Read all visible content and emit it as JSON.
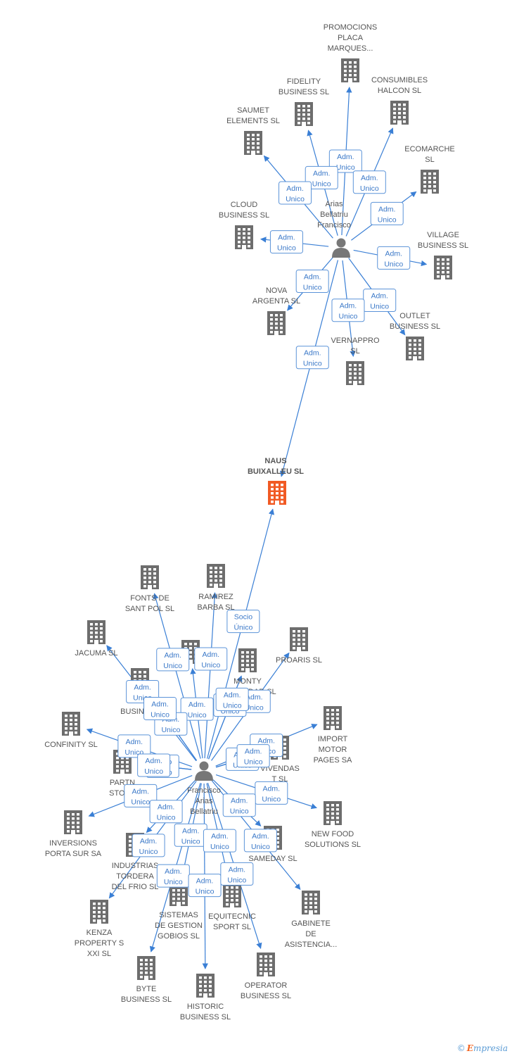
{
  "colors": {
    "company": "#6d6d6d",
    "focus": "#f15a24",
    "person": "#777777",
    "edge": "#3a7fd5",
    "badge_border": "#5b93d8",
    "badge_text": "#3a78c8",
    "label": "#555555"
  },
  "icons": {
    "company": "building-icon",
    "person": "person-icon"
  },
  "persons": [
    {
      "id": "p1",
      "label": [
        "Arias",
        "Bellatriu",
        "Francisco"
      ]
    },
    {
      "id": "p2",
      "label": [
        "Francisco",
        "Arias",
        "Bellatriu"
      ]
    }
  ],
  "focus_company": {
    "id": "c0",
    "label": [
      "NAUS",
      "BUIXALLEU SL"
    ]
  },
  "companies": [
    {
      "id": "c1",
      "label": [
        "PROMOCIONS",
        "PLACA",
        "MARQUES..."
      ]
    },
    {
      "id": "c2",
      "label": [
        "FIDELITY",
        "BUSINESS SL"
      ]
    },
    {
      "id": "c3",
      "label": [
        "CONSUMIBLES",
        "HALCON SL"
      ]
    },
    {
      "id": "c4",
      "label": [
        "SAUMET",
        "ELEMENTS SL"
      ]
    },
    {
      "id": "c5",
      "label": [
        "ECOMARCHE",
        "SL"
      ]
    },
    {
      "id": "c6",
      "label": [
        "CLOUD",
        "BUSINESS SL"
      ]
    },
    {
      "id": "c7",
      "label": [
        "VILLAGE",
        "BUSINESS SL"
      ]
    },
    {
      "id": "c8",
      "label": [
        "NOVA",
        "ARGENTA SL"
      ]
    },
    {
      "id": "c9",
      "label": [
        "OUTLET",
        "BUSINESS  SL"
      ]
    },
    {
      "id": "c10",
      "label": [
        "VERNAPPRO",
        "SL"
      ]
    },
    {
      "id": "c11",
      "label": [
        "FONTS DE",
        "SANT POL SL"
      ]
    },
    {
      "id": "c12",
      "label": [
        "RAMIREZ",
        "BARBA SL"
      ]
    },
    {
      "id": "c13",
      "label": [
        "JACUMA SL"
      ]
    },
    {
      "id": "c14",
      "label": [
        "PROARIS SL"
      ]
    },
    {
      "id": "c15",
      "label": []
    },
    {
      "id": "c16",
      "label": [
        "MONTY",
        "PROPIEDAD SL"
      ]
    },
    {
      "id": "c17",
      "label": [
        "IMP",
        "BUSINESS"
      ]
    },
    {
      "id": "c18",
      "label": [
        "CONFINITY  SL"
      ]
    },
    {
      "id": "c19",
      "label": [
        "IMPORT",
        "MOTOR",
        "PAGES SA"
      ]
    },
    {
      "id": "c20",
      "label": [
        "VIVENDAS",
        "T SL"
      ]
    },
    {
      "id": "c21",
      "label": [
        "PARTN",
        "STORE"
      ]
    },
    {
      "id": "c22",
      "label": [
        "INVERSIONS",
        "PORTA SUR SA"
      ]
    },
    {
      "id": "c23",
      "label": [
        "NEW FOOD",
        "SOLUTIONS  SL"
      ]
    },
    {
      "id": "c24",
      "label": [
        "SAMEDAY  SL"
      ]
    },
    {
      "id": "c25",
      "label": [
        "INDUSTRIAS",
        "TORDERA",
        "DEL FRIO SL"
      ]
    },
    {
      "id": "c26",
      "label": [
        "GABINETE",
        "DE",
        "ASISTENCIA..."
      ]
    },
    {
      "id": "c27",
      "label": [
        "KENZA",
        "PROPERTY S",
        "XXI SL"
      ]
    },
    {
      "id": "c28",
      "label": [
        "SISTEMAS",
        "DE GESTION",
        "GOBIOS  SL"
      ]
    },
    {
      "id": "c29",
      "label": [
        "EQUITECNIC",
        "SPORT  SL"
      ]
    },
    {
      "id": "c30",
      "label": [
        "BYTE",
        "BUSINESS  SL"
      ]
    },
    {
      "id": "c31",
      "label": [
        "HISTORIC",
        "BUSINESS  SL"
      ]
    },
    {
      "id": "c32",
      "label": [
        "OPERATOR",
        "BUSINESS  SL"
      ]
    }
  ],
  "relations": [
    {
      "from": "p1",
      "to": "c1",
      "role": [
        "Adm.",
        "Unico"
      ]
    },
    {
      "from": "p1",
      "to": "c2",
      "role": [
        "Adm.",
        "Unico"
      ]
    },
    {
      "from": "p1",
      "to": "c3",
      "role": [
        "Adm.",
        "Unico"
      ]
    },
    {
      "from": "p1",
      "to": "c4",
      "role": [
        "Adm.",
        "Unico"
      ]
    },
    {
      "from": "p1",
      "to": "c5",
      "role": [
        "Adm.",
        "Unico"
      ]
    },
    {
      "from": "p1",
      "to": "c6",
      "role": [
        "Adm.",
        "Unico"
      ]
    },
    {
      "from": "p1",
      "to": "c7",
      "role": [
        "Adm.",
        "Unico"
      ]
    },
    {
      "from": "p1",
      "to": "c8",
      "role": [
        "Adm.",
        "Unico"
      ]
    },
    {
      "from": "p1",
      "to": "c9",
      "role": [
        "Adm.",
        "Unico"
      ]
    },
    {
      "from": "p1",
      "to": "c10",
      "role": [
        "Adm.",
        "Unico"
      ]
    },
    {
      "from": "p1",
      "to": "c0",
      "role": [
        "Adm.",
        "Unico"
      ]
    },
    {
      "from": "p2",
      "to": "c0",
      "role": [
        "Socio",
        "Único"
      ]
    },
    {
      "from": "p2",
      "to": "c11",
      "role": [
        "Adm.",
        "Unico"
      ]
    },
    {
      "from": "p2",
      "to": "c12",
      "role": [
        "Adm.",
        "Unico"
      ]
    },
    {
      "from": "p2",
      "to": "c13",
      "role": [
        "Adm.",
        "Unico"
      ]
    },
    {
      "from": "p2",
      "to": "c14",
      "role": [
        "Adm.",
        "Unico"
      ]
    },
    {
      "from": "p2",
      "to": "c15",
      "role": [
        "Adm.",
        "Unico"
      ]
    },
    {
      "from": "p2",
      "to": "c16",
      "role": [
        "Adm.",
        "Unico"
      ]
    },
    {
      "from": "p2",
      "to": "c17",
      "role": [
        "Adm.",
        "Unico"
      ]
    },
    {
      "from": "p2",
      "to": "c18",
      "role": [
        "Adm.",
        "Unico"
      ]
    },
    {
      "from": "p2",
      "to": "c19",
      "role": [
        "Adm.",
        "Unico"
      ]
    },
    {
      "from": "p2",
      "to": "c20",
      "role": [
        "Adm.",
        "Unico"
      ]
    },
    {
      "from": "p2",
      "to": "c21",
      "role": [
        "Socio",
        "Único"
      ]
    },
    {
      "from": "p2",
      "to": "c22",
      "role": [
        "Adm.",
        "Unico"
      ]
    },
    {
      "from": "p2",
      "to": "c23",
      "role": [
        "Adm.",
        "Unico"
      ]
    },
    {
      "from": "p2",
      "to": "c24",
      "role": [
        "Adm.",
        "Unico"
      ]
    },
    {
      "from": "p2",
      "to": "c25",
      "role": [
        "Adm.",
        "Unico"
      ]
    },
    {
      "from": "p2",
      "to": "c26",
      "role": [
        "Adm.",
        "Unico"
      ]
    },
    {
      "from": "p2",
      "to": "c27",
      "role": [
        "Adm.",
        "Unico"
      ]
    },
    {
      "from": "p2",
      "to": "c28",
      "role": [
        "Adm.",
        "Unico"
      ]
    },
    {
      "from": "p2",
      "to": "c29",
      "role": [
        "Adm.",
        "Unico"
      ]
    },
    {
      "from": "p2",
      "to": "c30",
      "role": [
        "Adm.",
        "Unico"
      ]
    },
    {
      "from": "p2",
      "to": "c31",
      "role": [
        "Adm.",
        "Unico"
      ]
    },
    {
      "from": "p2",
      "to": "c32",
      "role": [
        "Adm.",
        "Unico"
      ]
    },
    {
      "from": "p2",
      "to": "c16",
      "role": [
        "Adm.",
        "Unico"
      ]
    },
    {
      "from": "p2",
      "to": "c17",
      "role": [
        "Adm.",
        "Unico"
      ]
    },
    {
      "from": "p2",
      "to": "c20",
      "role": [
        "Adm.",
        "Unico"
      ]
    },
    {
      "from": "p2",
      "to": "c21",
      "role": [
        "Adm.",
        "Unico"
      ]
    }
  ],
  "footer": {
    "copyright": "©",
    "brand_first": "E",
    "brand_rest": "mpresia"
  }
}
